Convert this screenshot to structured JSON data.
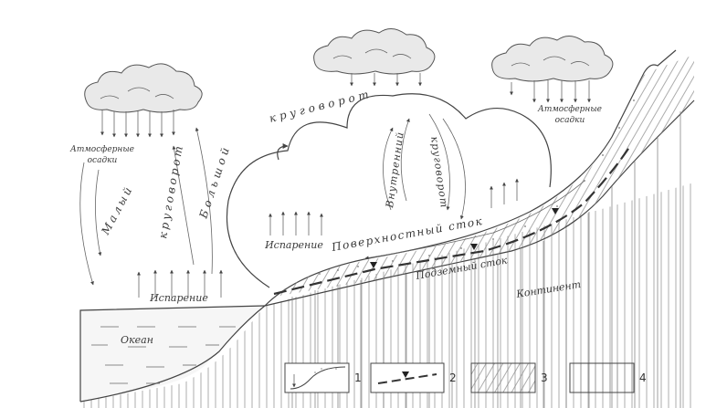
{
  "labels": {
    "precip_left": [
      "Атмосферные",
      "осадки"
    ],
    "precip_right": [
      "Атмосферные",
      "осадки"
    ],
    "small_cycle_1": "Малый",
    "small_cycle_2": "круговорот",
    "big_cycle_1": "Большой",
    "big_cycle_2": "круговорот",
    "inner_cycle_1": "Внутренний",
    "inner_cycle_2": "круговорот",
    "evap_ocean": "Испарение",
    "evap_land": "Испарение",
    "surface_runoff": "Поверхностный сток",
    "underground_runoff": "Подземный сток",
    "continent": "Континент",
    "ocean": "Океан"
  },
  "legend": [
    {
      "num": "1",
      "icon": "soil-layer-icon"
    },
    {
      "num": "2",
      "icon": "groundwater-level-icon"
    },
    {
      "num": "3",
      "icon": "diagonal-hatch-icon"
    },
    {
      "num": "4",
      "icon": "vertical-hatch-icon"
    }
  ]
}
